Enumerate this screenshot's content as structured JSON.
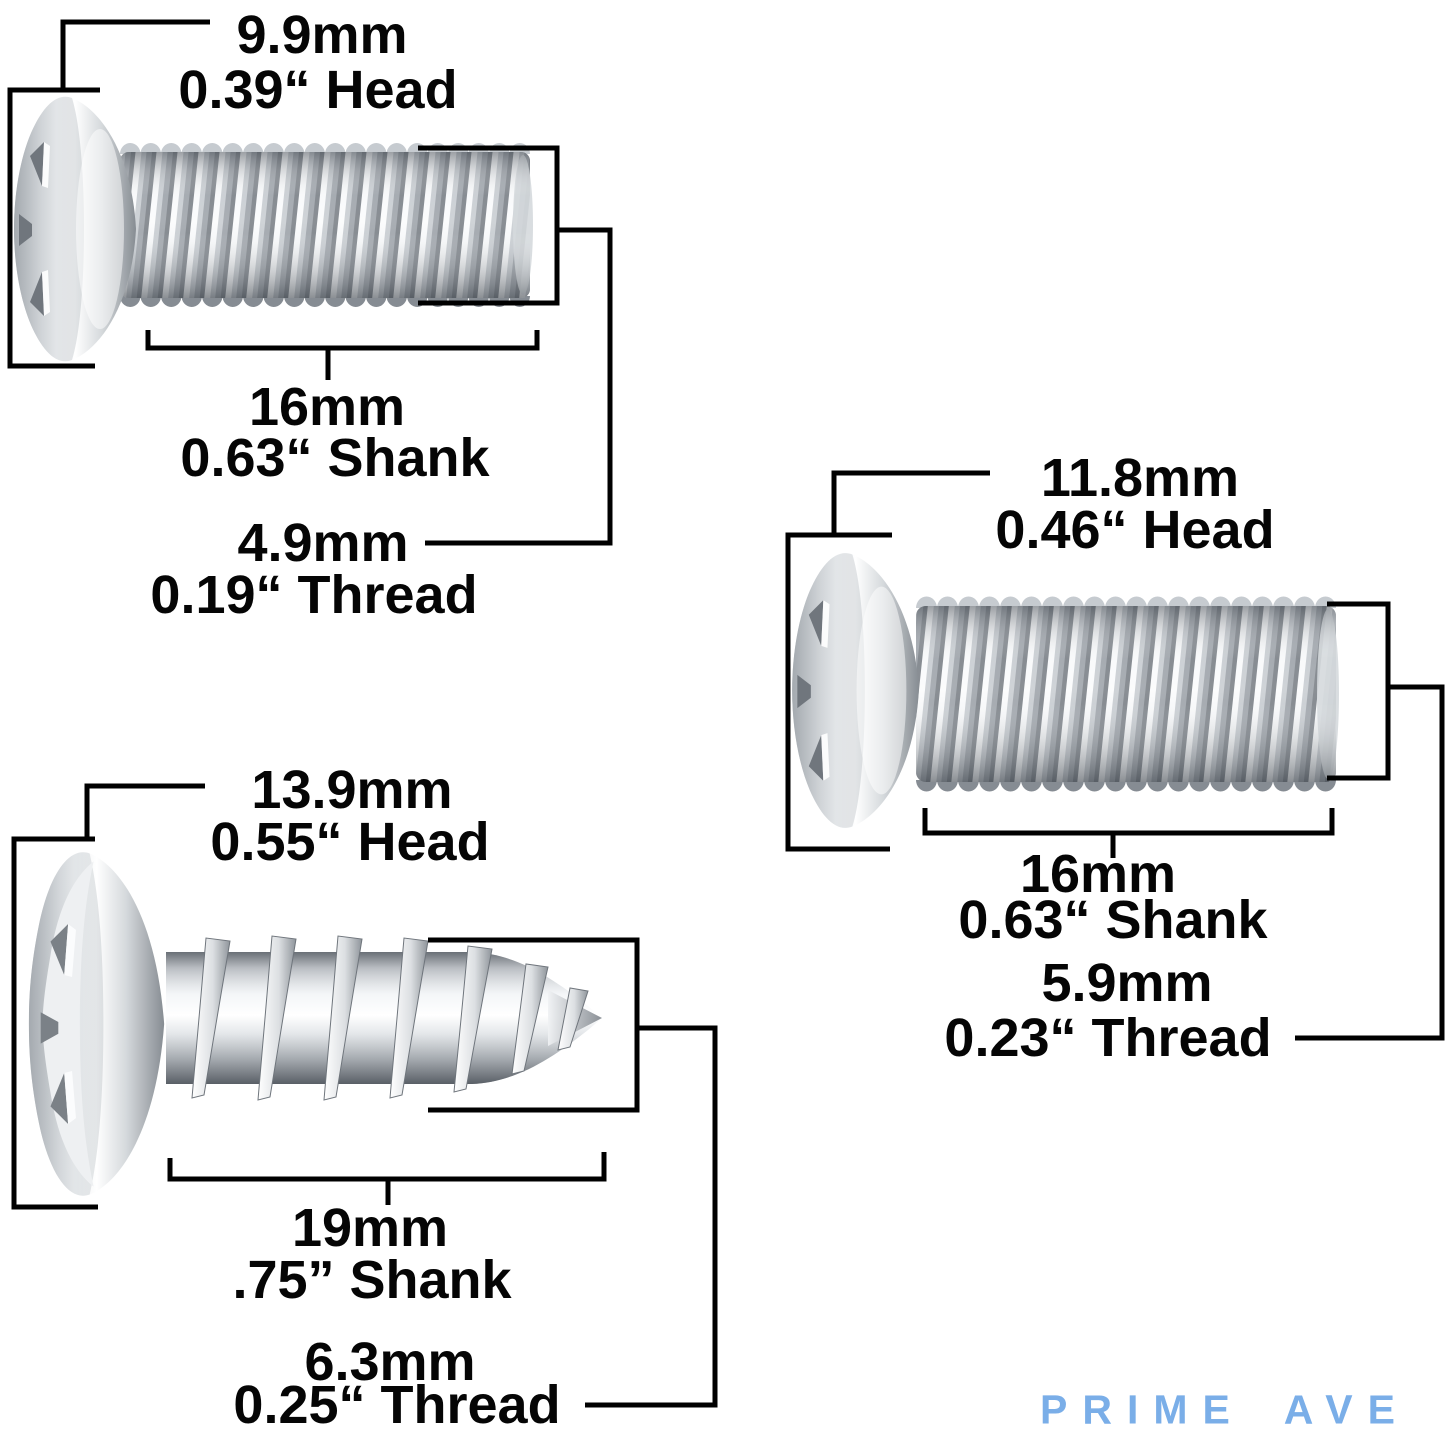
{
  "title": "Screw dimension diagram",
  "screws": [
    {
      "name": "machine-screw-small",
      "head_mm": "9.9mm",
      "head_in": "0.39“ Head",
      "shank_mm": "16mm",
      "shank_in": "0.63“ Shank",
      "thread_mm": "4.9mm",
      "thread_in": "0.19“ Thread"
    },
    {
      "name": "machine-screw-large",
      "head_mm": "11.8mm",
      "head_in": "0.46“ Head",
      "shank_mm": "16mm",
      "shank_in": "0.63“ Shank",
      "thread_mm": "5.9mm",
      "thread_in": "0.23“ Thread"
    },
    {
      "name": "self-tapping-screw",
      "head_mm": "13.9mm",
      "head_in": "0.55“ Head",
      "shank_mm": "19mm",
      "shank_in": ".75” Shank",
      "thread_mm": "6.3mm",
      "thread_in": "0.25“ Thread"
    }
  ],
  "logo": {
    "text": "PRIME AVE",
    "color": "#7aaee8"
  },
  "colors": {
    "background": "#ffffff",
    "dimension_lines": "#000000",
    "label_text": "#050505",
    "metal_highlight": "#ffffff",
    "metal_shadow": "#6f757c"
  }
}
